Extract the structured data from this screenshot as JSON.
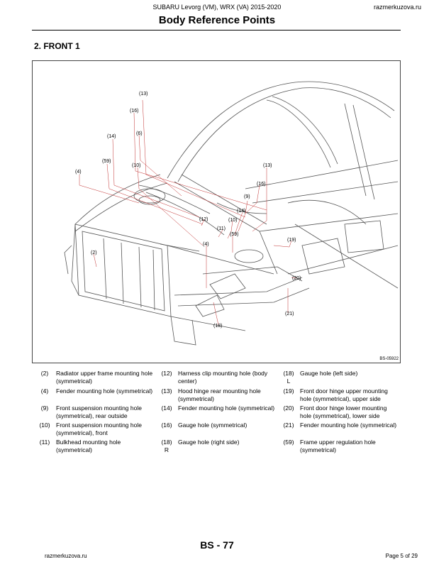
{
  "header": {
    "model": "SUBARU Levorg (VM), WRX (VA) 2015-2020",
    "site": "razmerkuzova.ru",
    "title": "Body Reference Points"
  },
  "section": {
    "title": "2.  FRONT 1"
  },
  "figure": {
    "code": "BS-05922",
    "callouts": [
      "(13)",
      "(16)",
      "(6)",
      "(14)",
      "(59)",
      "(10)",
      "(4)",
      "(13)",
      "(16)",
      "(9)",
      "(14)",
      "(10)",
      "(12)",
      "(11)",
      "(59)",
      "(4)",
      "(2)",
      "(19)",
      "(20)",
      "(21)",
      "(18)"
    ]
  },
  "legend": {
    "col1": [
      {
        "num": "(2)",
        "text": "Radiator upper frame mounting hole (symmetrical)"
      },
      {
        "num": "(4)",
        "text": "Fender mounting hole (symmetrical)"
      },
      {
        "num": "(9)",
        "text": "Front suspension mounting hole (symmetrical), rear outside"
      },
      {
        "num": "(10)",
        "text": "Front suspension mounting hole (symmetrical), front"
      },
      {
        "num": "(11)",
        "text": "Bulkhead mounting hole (symmetrical)"
      }
    ],
    "col2": [
      {
        "num": "(12)",
        "text": "Harness clip mounting hole (body center)"
      },
      {
        "num": "(13)",
        "text": "Hood hinge rear mounting hole (symmetrical)"
      },
      {
        "num": "(14)",
        "text": "Fender mounting hole (symmetrical)"
      },
      {
        "num": "(16)",
        "text": "Gauge hole (symmetrical)"
      },
      {
        "num": "(18) R",
        "text": "Gauge hole (right side)"
      }
    ],
    "col3": [
      {
        "num": "(18) L",
        "text": "Gauge hole (left side)"
      },
      {
        "num": "(19)",
        "text": "Front door hinge upper mounting hole (symmetrical), upper side"
      },
      {
        "num": "(20)",
        "text": "Front door hinge lower mounting hole (symmetrical), lower side"
      },
      {
        "num": "(21)",
        "text": "Fender mounting hole (symmetrical)"
      },
      {
        "num": "(59)",
        "text": "Frame upper regulation hole (symmetrical)"
      }
    ]
  },
  "footer": {
    "page_number": "BS - 77",
    "site": "razmerkuzova.ru",
    "page": "Page 5 of 29"
  }
}
